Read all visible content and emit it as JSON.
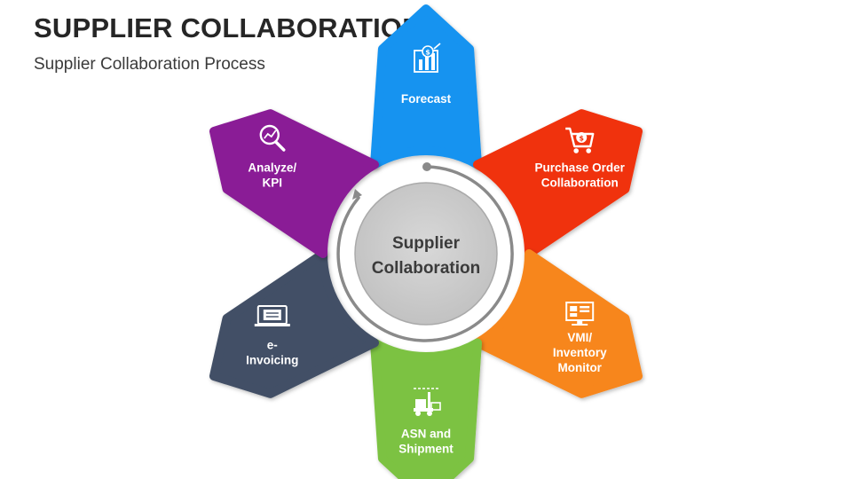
{
  "header": {
    "title": "SUPPLIER COLLABORATION",
    "subtitle": "Supplier Collaboration Process"
  },
  "center": {
    "lines": [
      "Supplier",
      "Collaboration"
    ]
  },
  "steps": [
    {
      "id": "forecast",
      "lines": [
        "Forecast"
      ],
      "color": "#1493f0",
      "icon": "forecast-chart-icon"
    },
    {
      "id": "purchase-order",
      "lines": [
        "Purchase Order",
        "Collaboration"
      ],
      "color": "#f0330f",
      "icon": "shopping-cart-icon"
    },
    {
      "id": "vmi",
      "lines": [
        "VMI/",
        "Inventory",
        "Monitor"
      ],
      "color": "#f7861d",
      "icon": "monitor-icon"
    },
    {
      "id": "asn",
      "lines": [
        "ASN and",
        "Shipment"
      ],
      "color": "#7cc242",
      "icon": "forklift-icon"
    },
    {
      "id": "e-invoicing",
      "lines": [
        "e-",
        "Invoicing"
      ],
      "color": "#425066",
      "icon": "invoice-screen-icon"
    },
    {
      "id": "analyze",
      "lines": [
        "Analyze/",
        "KPI"
      ],
      "color": "#8a1f96",
      "icon": "magnifier-chart-icon"
    }
  ]
}
